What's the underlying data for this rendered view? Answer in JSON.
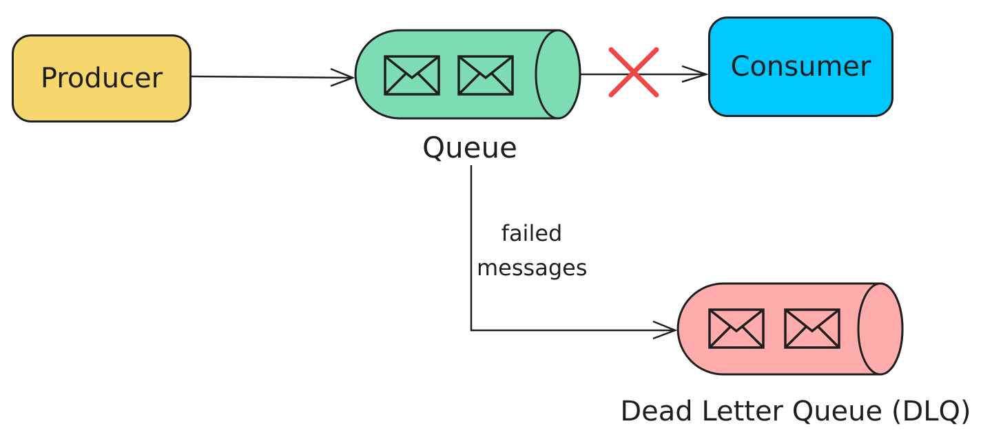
{
  "nodes": {
    "producer": {
      "label": "Producer",
      "color": "#f5d76e"
    },
    "queue": {
      "label": "Queue",
      "color": "#7ddcb4"
    },
    "consumer": {
      "label": "Consumer",
      "color": "#00c8ff"
    },
    "dlq": {
      "label": "Dead Letter Queue (DLQ)",
      "color": "#ffacac"
    }
  },
  "edges": {
    "queue_to_dlq": {
      "label_line1": "failed",
      "label_line2": "messages"
    }
  },
  "colors": {
    "stroke": "#1e1e1e",
    "failure_mark": "#f04848"
  }
}
